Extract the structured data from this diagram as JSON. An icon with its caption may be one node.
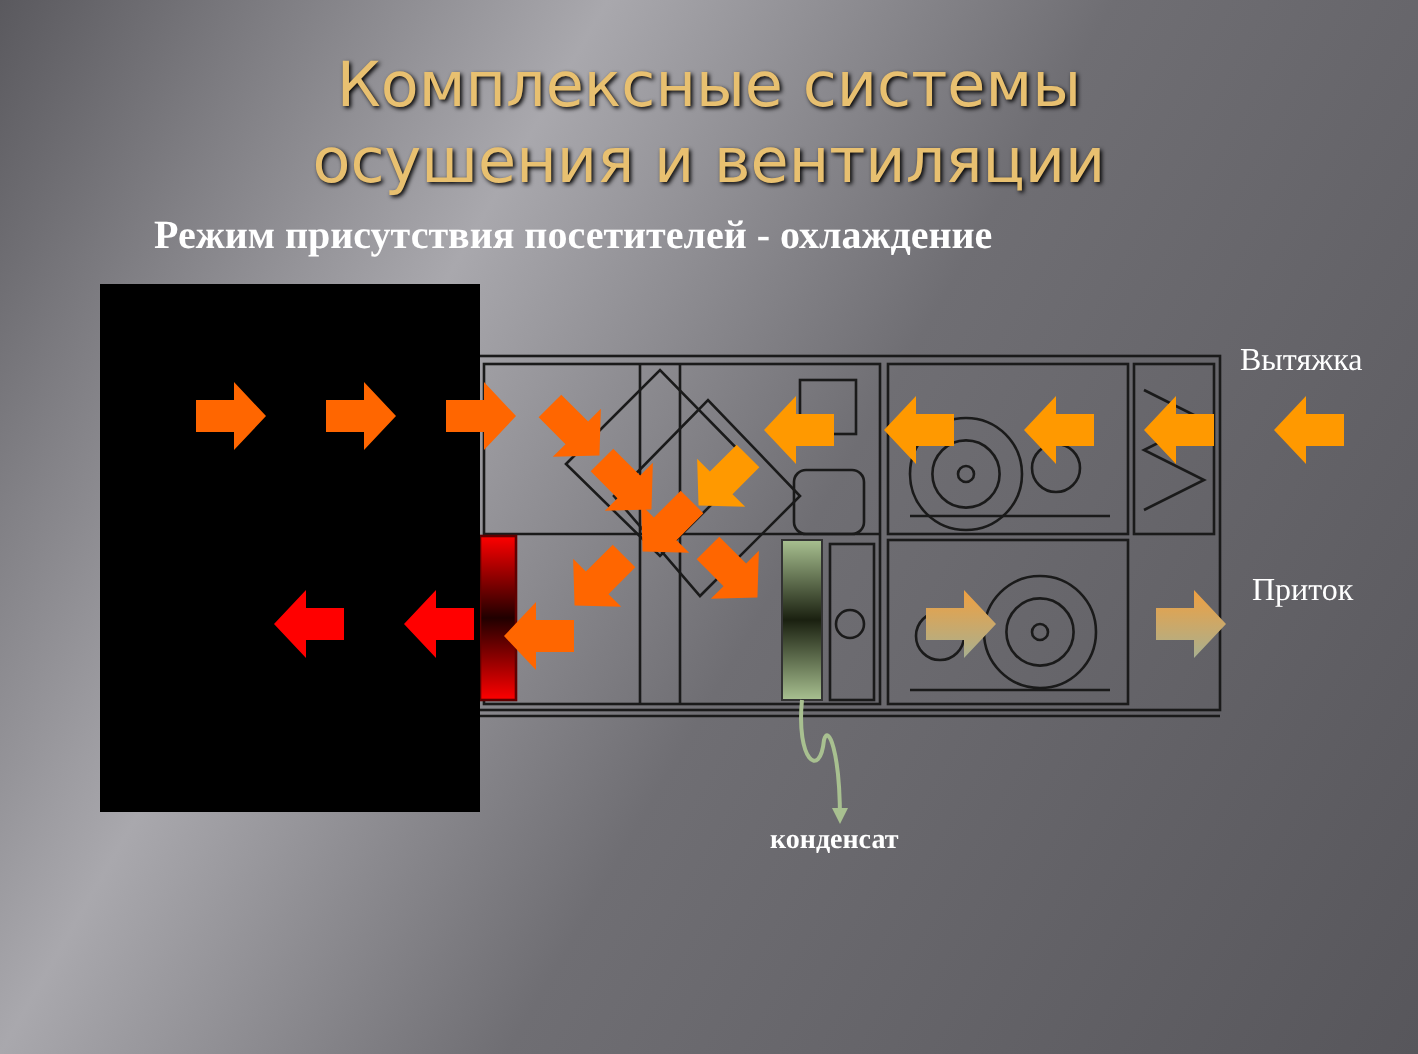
{
  "diagram": {
    "title": "Комплексные системы осушения и вентиляции",
    "nodes": [
      {
        "text": [],
        "shape": "box"
      },
      {
        "text": [
          "конденсат"
        ]
      }
    ],
    "edges": [
      {
        "from": 0,
        "to": 1,
        "arrow": "to"
      }
    ],
    "labels": [
      "Режим присутствия посетителей - охлаждение",
      "Вытяжка",
      "Приток"
    ]
  }
}
